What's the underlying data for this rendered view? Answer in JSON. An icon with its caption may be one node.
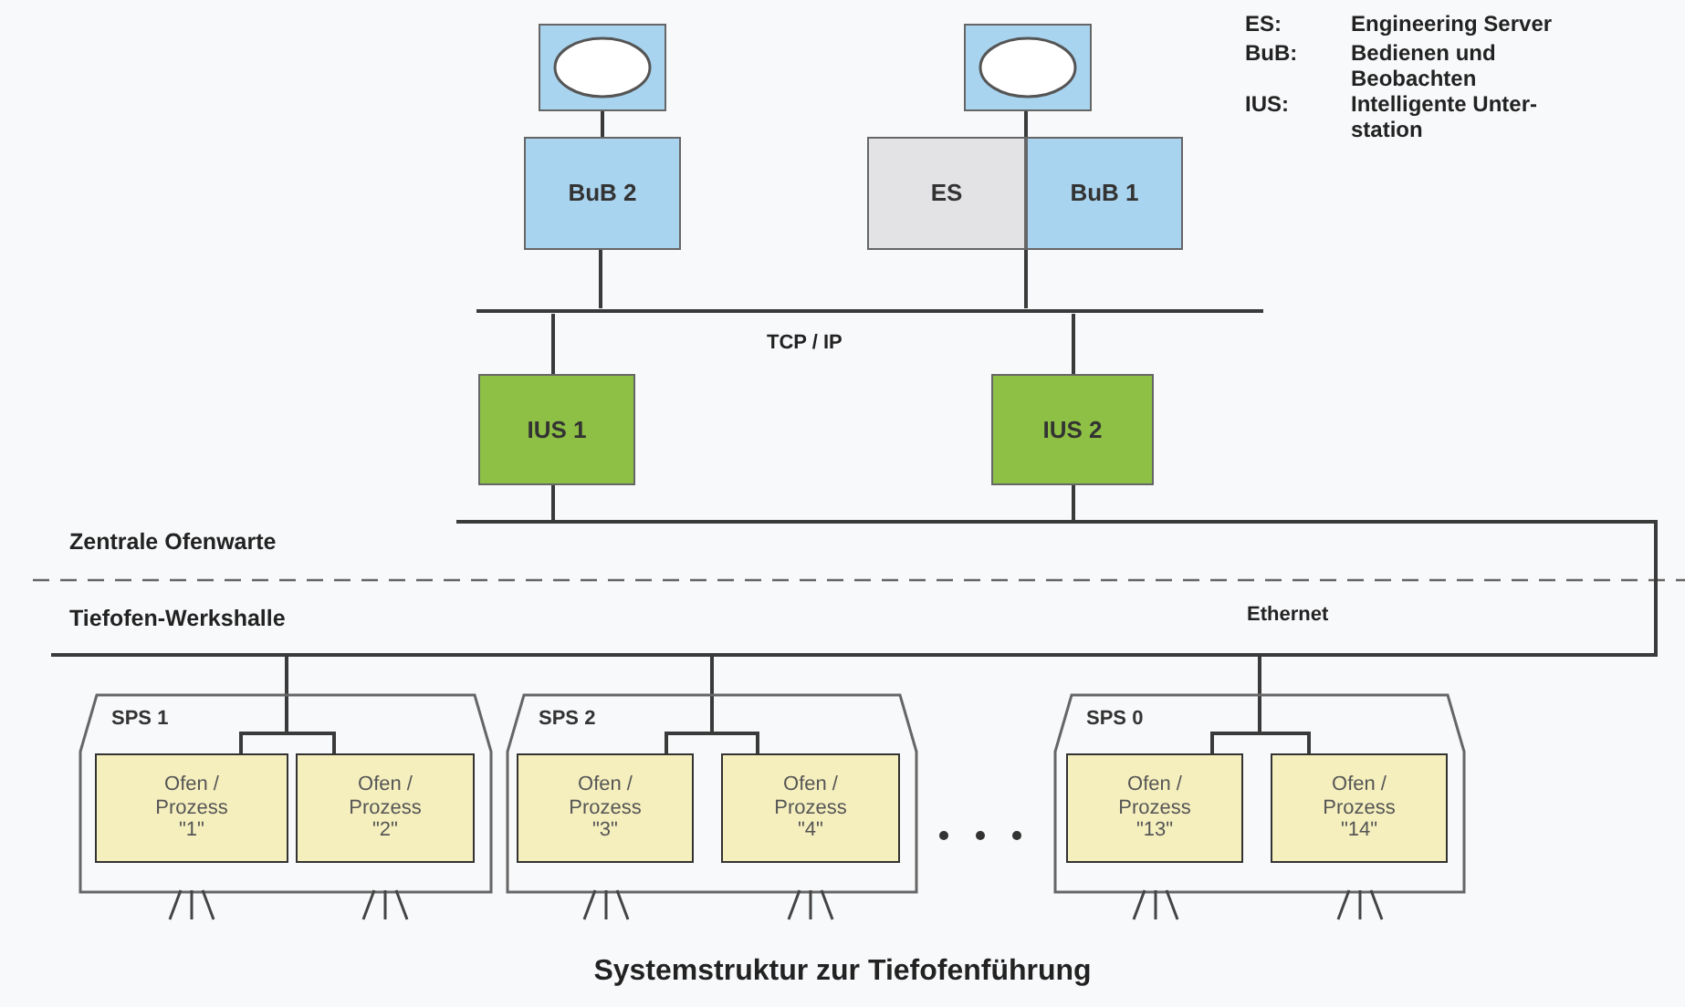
{
  "diagram": {
    "caption": "Systemstruktur zur Tiefofenführung",
    "nodes": [
      {
        "text": [],
        "shape": "box"
      },
      {
        "text": [],
        "shape": "box"
      },
      {
        "text": [
          "BuB 2"
        ]
      },
      {
        "text": [
          "ES"
        ]
      },
      {
        "text": [
          "BuB 1"
        ]
      },
      {
        "text": [],
        "shape": "bar",
        "beside": [
          "TCP / IP"
        ]
      },
      {
        "text": [
          "IUS 1"
        ]
      },
      {
        "text": [
          "IUS 2"
        ]
      },
      {
        "text": [],
        "shape": "bar"
      },
      {
        "text": [
          "SPS 1"
        ]
      },
      {
        "text": [
          "Ofen / Prozess \"1\""
        ],
        "in": 9
      },
      {
        "text": [
          "Ofen / Prozess \"2\""
        ],
        "in": 9
      },
      {
        "text": [
          "SPS 2"
        ]
      },
      {
        "text": [
          "Ofen / Prozess \"3\""
        ],
        "in": 12
      },
      {
        "text": [
          "Ofen / Prozess \"4\""
        ],
        "in": 12
      },
      {
        "text": [
          "SPS 0"
        ]
      },
      {
        "text": [
          "Ofen / Prozess \"13\""
        ],
        "in": 15
      },
      {
        "text": [
          "Ofen / Prozess \"14\""
        ],
        "in": 15
      }
    ],
    "edges": [
      {
        "from": 0,
        "to": 2,
        "arrow": "none"
      },
      {
        "from": 1,
        "to": 4,
        "arrow": "none"
      },
      {
        "from": 2,
        "to": 5,
        "arrow": "none"
      },
      {
        "from": 4,
        "to": 5,
        "arrow": "none"
      },
      {
        "from": 5,
        "to": 6,
        "arrow": "none"
      },
      {
        "from": 5,
        "to": 7,
        "arrow": "none"
      },
      {
        "from": 6,
        "to": 8,
        "arrow": "none"
      },
      {
        "from": 7,
        "to": 8,
        "arrow": "none"
      },
      {
        "from": 8,
        "to": 10,
        "arrow": "none"
      },
      {
        "from": 8,
        "to": 11,
        "arrow": "none"
      },
      {
        "from": 8,
        "to": 13,
        "arrow": "none"
      },
      {
        "from": 8,
        "to": 14,
        "arrow": "none"
      },
      {
        "from": 8,
        "to": 16,
        "arrow": "none"
      },
      {
        "from": 8,
        "to": 17,
        "arrow": "none"
      }
    ],
    "labels": [
      "ES:",
      "Engineering Server",
      "BuB:",
      "Bedienen und Beobachten",
      "IUS:",
      "Intelligente Unter- station",
      "Zentrale Ofenwarte",
      "Tiefofen-Werkshalle",
      "Ethernet"
    ]
  }
}
